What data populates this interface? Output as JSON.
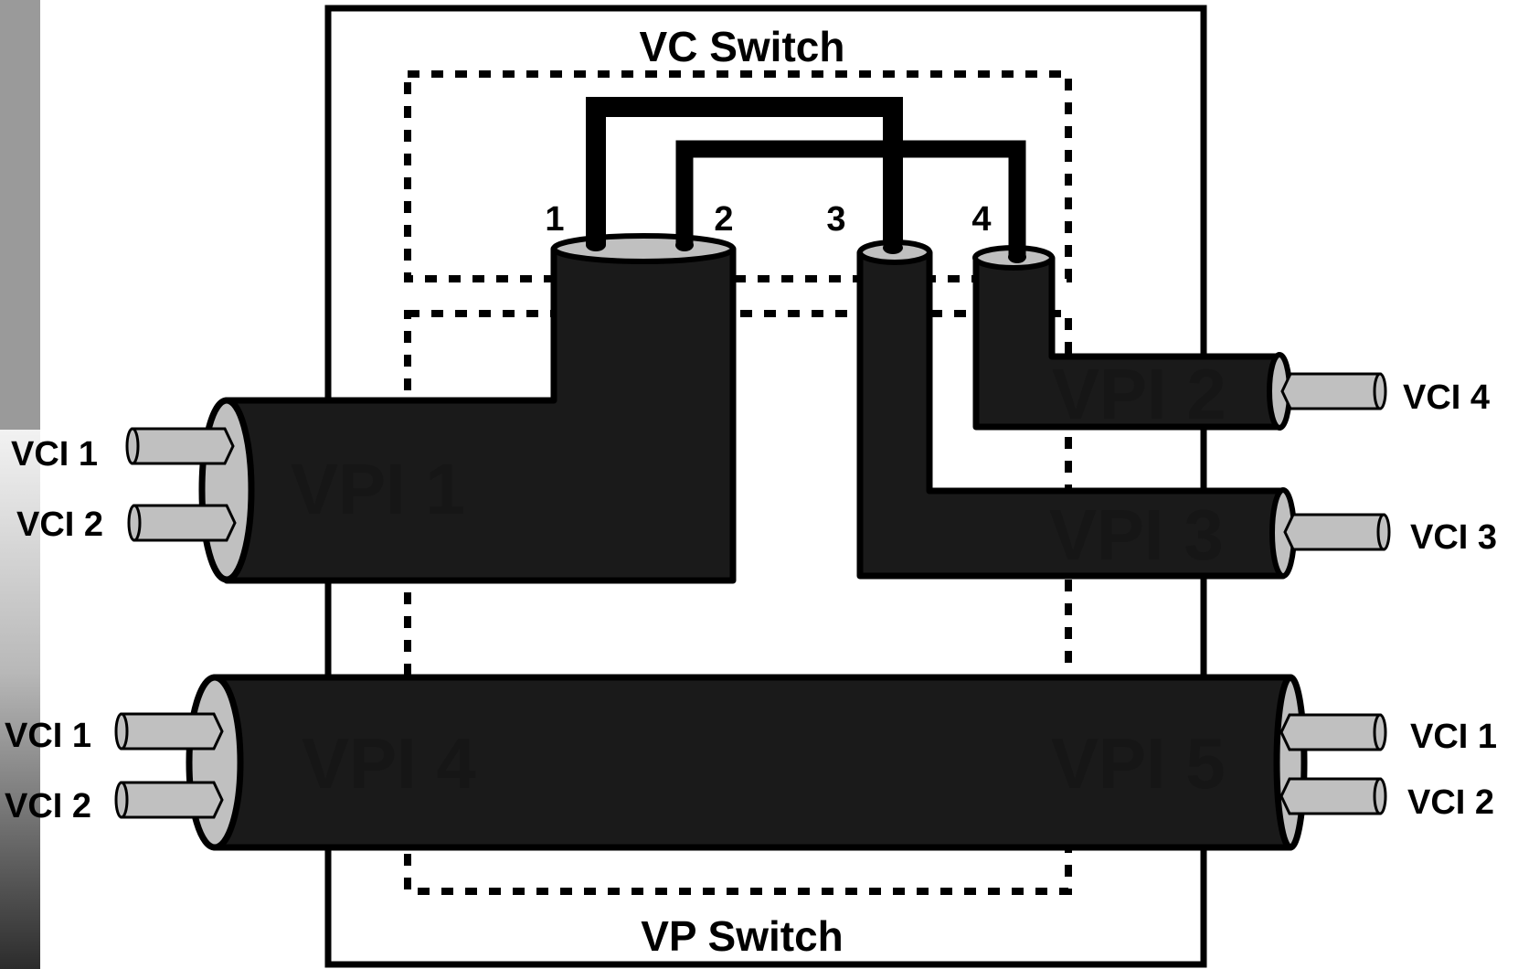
{
  "diagram": {
    "vc_switch_label": "VC Switch",
    "vp_switch_label": "VP Switch",
    "ports": [
      "1",
      "2",
      "3",
      "4"
    ],
    "vpis": {
      "vpi1": "VPI 1",
      "vpi2": "VPI 2",
      "vpi3": "VPI 3",
      "vpi4": "VPI 4",
      "vpi5": "VPI 5"
    },
    "vcis": {
      "vpi1_a": "VCI 1",
      "vpi1_b": "VCI 2",
      "vpi2_a": "VCI 4",
      "vpi3_a": "VCI 3",
      "vpi4_a": "VCI 1",
      "vpi4_b": "VCI 2",
      "vpi5_a": "VCI 1",
      "vpi5_b": "VCI 2"
    }
  },
  "colors": {
    "cable": "#1a1a1a",
    "conductor": "#c0c0c0",
    "outline": "#000000",
    "background": "#ffffff"
  }
}
